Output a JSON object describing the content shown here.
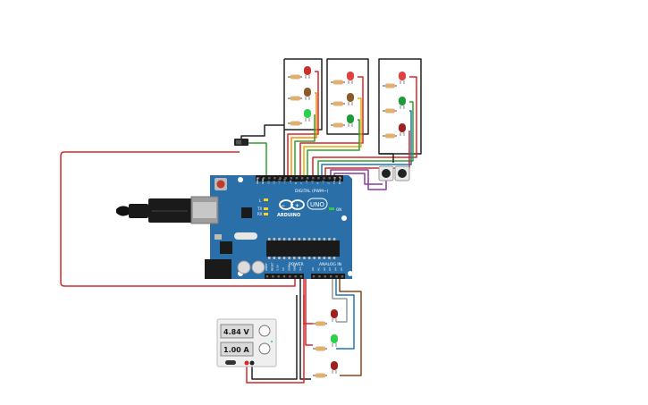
{
  "board": {
    "brand": "ARDUINO",
    "model": "UNO",
    "digital_label": "DIGITAL (PWM~)",
    "power_label": "POWER",
    "analog_label": "ANALOG IN",
    "tx_label": "TX",
    "rx_label": "RX",
    "on_label": "ON",
    "l_label": "L",
    "digital_pins": [
      "AREF",
      "GND",
      "13",
      "12",
      "~11",
      "~10",
      "~9",
      "8",
      "7",
      "~6",
      "~5",
      "4",
      "~3",
      "2",
      "TX→1",
      "RX←0"
    ],
    "power_pins": [
      "IOREF",
      "RESET",
      "3.3V",
      "5V",
      "GND",
      "GND",
      "Vin"
    ],
    "analog_pins": [
      "A0",
      "A1",
      "A2",
      "A3",
      "A4",
      "A5"
    ]
  },
  "power_supply": {
    "voltage_display": "4.84 V",
    "current_display": "1.00 A"
  },
  "colors": {
    "board": "#2a6fa8",
    "wire_red": "#d62728",
    "wire_black": "#222222",
    "wire_green": "#2ca02c",
    "wire_orange": "#ff8c00",
    "wire_yellow": "#e0b000",
    "wire_blue": "#1f77b4",
    "wire_purple": "#8b3aa0",
    "wire_brown": "#8b4513",
    "led_red": "#c9302c",
    "led_amber": "#8b5a2b",
    "led_green": "#2bcf4a"
  }
}
